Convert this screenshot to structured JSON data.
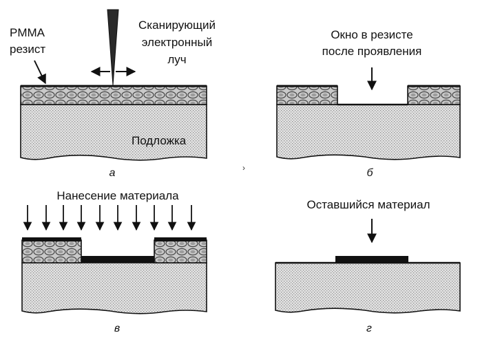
{
  "panel_a": {
    "resist_label_1": "PMMA",
    "resist_label_2": "резист",
    "beam_label_1": "Сканирующий",
    "beam_label_2": "электронный",
    "beam_label_3": "луч",
    "substrate_label": "Подложка",
    "caption": "а"
  },
  "panel_b": {
    "label_1": "Окно в резисте",
    "label_2": "после проявления",
    "caption": "б"
  },
  "panel_c": {
    "label": "Нанесение материала",
    "caption": "в"
  },
  "panel_d": {
    "label": "Оставшийся материал",
    "caption": "г"
  },
  "colors": {
    "ink": "#111111",
    "substrate": "#d9d9d9",
    "resist": "#bdbdbd"
  }
}
